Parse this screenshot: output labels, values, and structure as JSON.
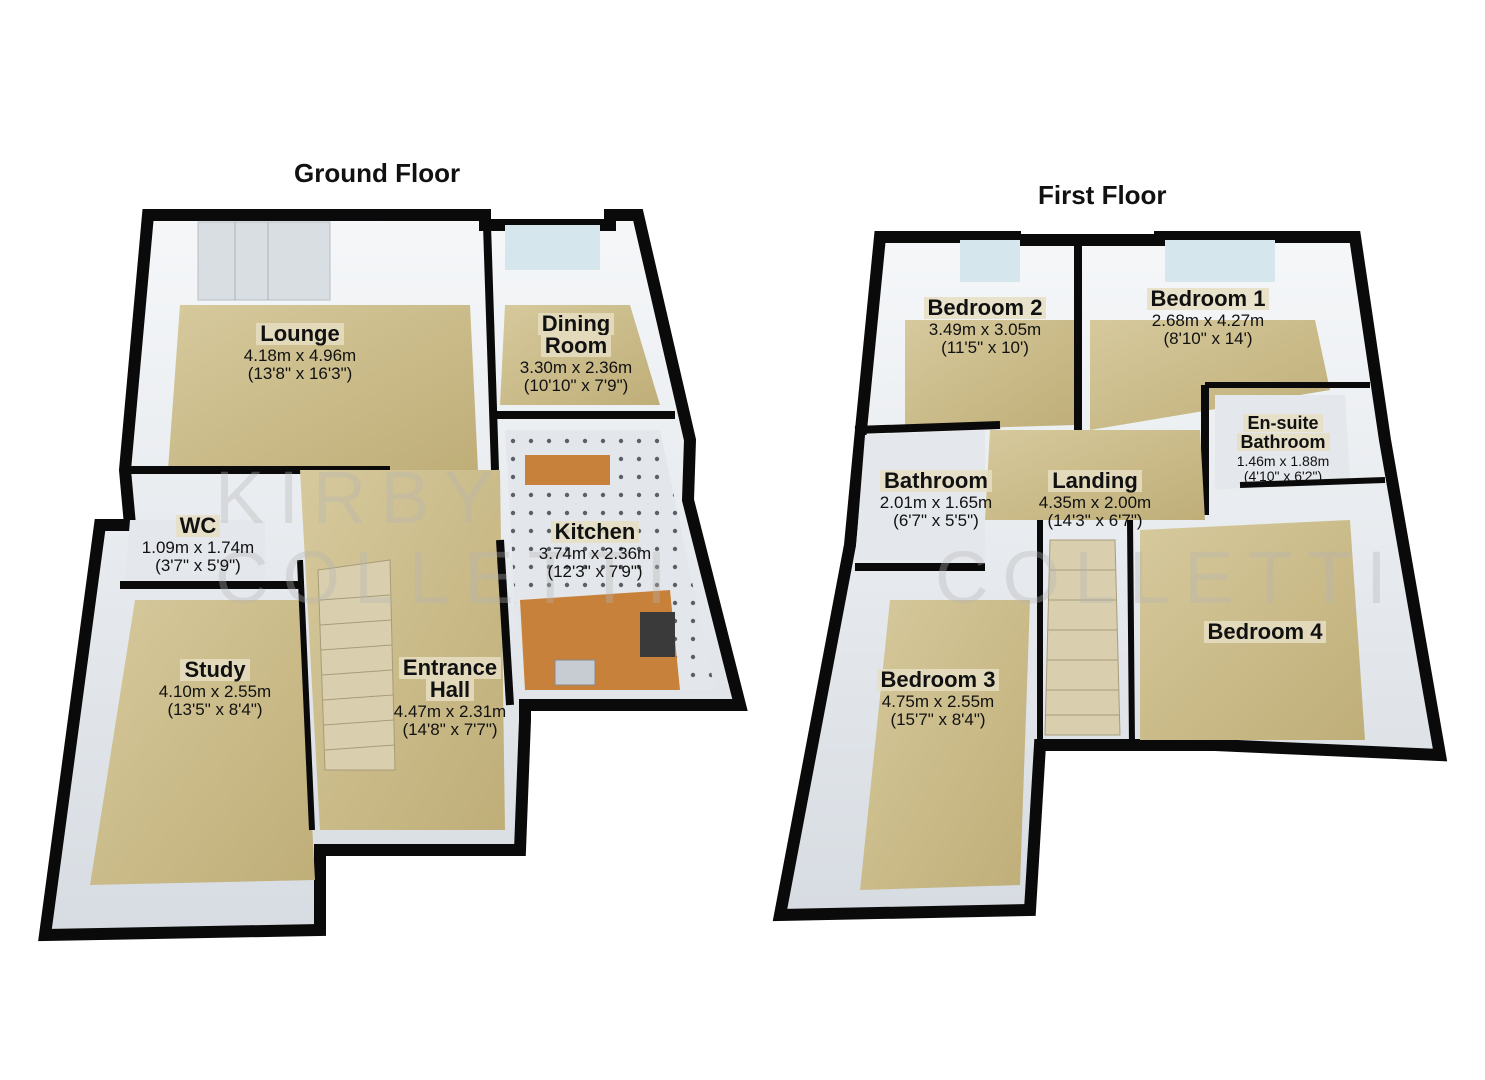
{
  "floors": {
    "ground": {
      "title": "Ground Floor"
    },
    "first": {
      "title": "First Floor"
    }
  },
  "rooms": {
    "lounge": {
      "name": "Lounge",
      "metric": "4.18m x 4.96m",
      "imperial": "(13'8\" x 16'3\")"
    },
    "dining": {
      "name": "Dining",
      "name2": "Room",
      "metric": "3.30m x 2.36m",
      "imperial": "(10'10\" x 7'9\")"
    },
    "wc": {
      "name": "WC",
      "metric": "1.09m x 1.74m",
      "imperial": "(3'7\" x 5'9\")"
    },
    "kitchen": {
      "name": "Kitchen",
      "metric": "3.74m x 2.36m",
      "imperial": "(12'3\" x 7'9\")"
    },
    "study": {
      "name": "Study",
      "metric": "4.10m x 2.55m",
      "imperial": "(13'5\" x 8'4\")"
    },
    "hall": {
      "name": "Entrance",
      "name2": "Hall",
      "metric": "4.47m x 2.31m",
      "imperial": "(14'8\" x 7'7\")"
    },
    "bed2": {
      "name": "Bedroom 2",
      "metric": "3.49m x 3.05m",
      "imperial": "(11'5\" x 10')"
    },
    "bed1": {
      "name": "Bedroom 1",
      "metric": "2.68m x 4.27m",
      "imperial": "(8'10\" x 14')"
    },
    "ensuite": {
      "name": "En-suite",
      "name2": "Bathroom",
      "metric": "1.46m x 1.88m",
      "imperial": "(4'10\" x 6'2\")"
    },
    "bathroom": {
      "name": "Bathroom",
      "metric": "2.01m x 1.65m",
      "imperial": "(6'7\" x 5'5\")"
    },
    "landing": {
      "name": "Landing",
      "metric": "4.35m x 2.00m",
      "imperial": "(14'3\" x 6'7\")"
    },
    "bed4": {
      "name": "Bedroom 4"
    },
    "bed3": {
      "name": "Bedroom 3",
      "metric": "4.75m x 2.55m",
      "imperial": "(15'7\" x 8'4\")"
    }
  },
  "watermark": {
    "line1": "KIRBY",
    "line2": "COLLETTI"
  },
  "colors": {
    "wall": "#0a0a0a",
    "floor_carpet": "#c9bb8c",
    "wall_inner": "#e9ecef",
    "kitchen_tile": "#d9dde2",
    "worktop": "#c8813a"
  }
}
